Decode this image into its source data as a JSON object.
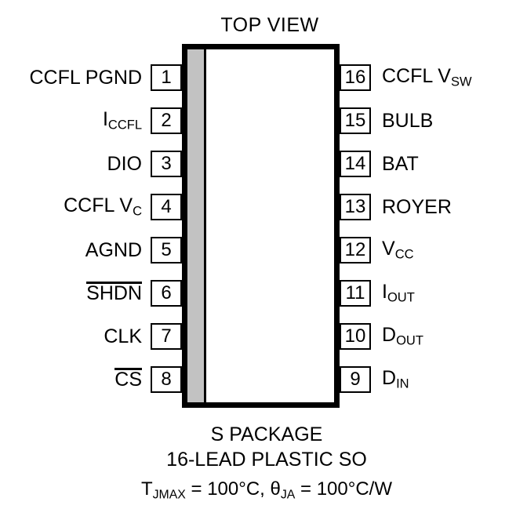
{
  "diagram": {
    "title": "TOP VIEW",
    "package_outline": {
      "notch_color": "#c2c2c2",
      "border_color": "#000000",
      "body_color": "#ffffff"
    },
    "pins_left": [
      {
        "number": "1",
        "label": "CCFL PGND",
        "base": "CCFL PGND",
        "sub": "",
        "overline": false
      },
      {
        "number": "2",
        "label": "ICCFL",
        "base": "I",
        "sub": "CCFL",
        "overline": false
      },
      {
        "number": "3",
        "label": "DIO",
        "base": "DIO",
        "sub": "",
        "overline": false
      },
      {
        "number": "4",
        "label": "CCFL VC",
        "base": "CCFL V",
        "sub": "C",
        "overline": false
      },
      {
        "number": "5",
        "label": "AGND",
        "base": "AGND",
        "sub": "",
        "overline": false
      },
      {
        "number": "6",
        "label": "SHDN",
        "base": "SHDN",
        "sub": "",
        "overline": true
      },
      {
        "number": "7",
        "label": "CLK",
        "base": "CLK",
        "sub": "",
        "overline": false
      },
      {
        "number": "8",
        "label": "CS",
        "base": "CS",
        "sub": "",
        "overline": true
      }
    ],
    "pins_right": [
      {
        "number": "16",
        "label": "CCFL VSW",
        "base": "CCFL V",
        "sub": "SW",
        "overline": false
      },
      {
        "number": "15",
        "label": "BULB",
        "base": "BULB",
        "sub": "",
        "overline": false
      },
      {
        "number": "14",
        "label": "BAT",
        "base": "BAT",
        "sub": "",
        "overline": false
      },
      {
        "number": "13",
        "label": "ROYER",
        "base": "ROYER",
        "sub": "",
        "overline": false
      },
      {
        "number": "12",
        "label": "VCC",
        "base": "V",
        "sub": "CC",
        "overline": false
      },
      {
        "number": "11",
        "label": "IOUT",
        "base": "I",
        "sub": "OUT",
        "overline": false
      },
      {
        "number": "10",
        "label": "DOUT",
        "base": "D",
        "sub": "OUT",
        "overline": false
      },
      {
        "number": "9",
        "label": "DIN",
        "base": "D",
        "sub": "IN",
        "overline": false
      }
    ],
    "caption": {
      "line1": "S PACKAGE",
      "line2": "16-LEAD PLASTIC SO",
      "line3_prefix": "T",
      "line3_sub1": "JMAX",
      "line3_mid": " = 100°C, θ",
      "line3_sub2": "JA",
      "line3_suffix": " = 100°C/W",
      "line3_full": "TJMAX = 100°C, θJA = 100°C/W"
    }
  }
}
